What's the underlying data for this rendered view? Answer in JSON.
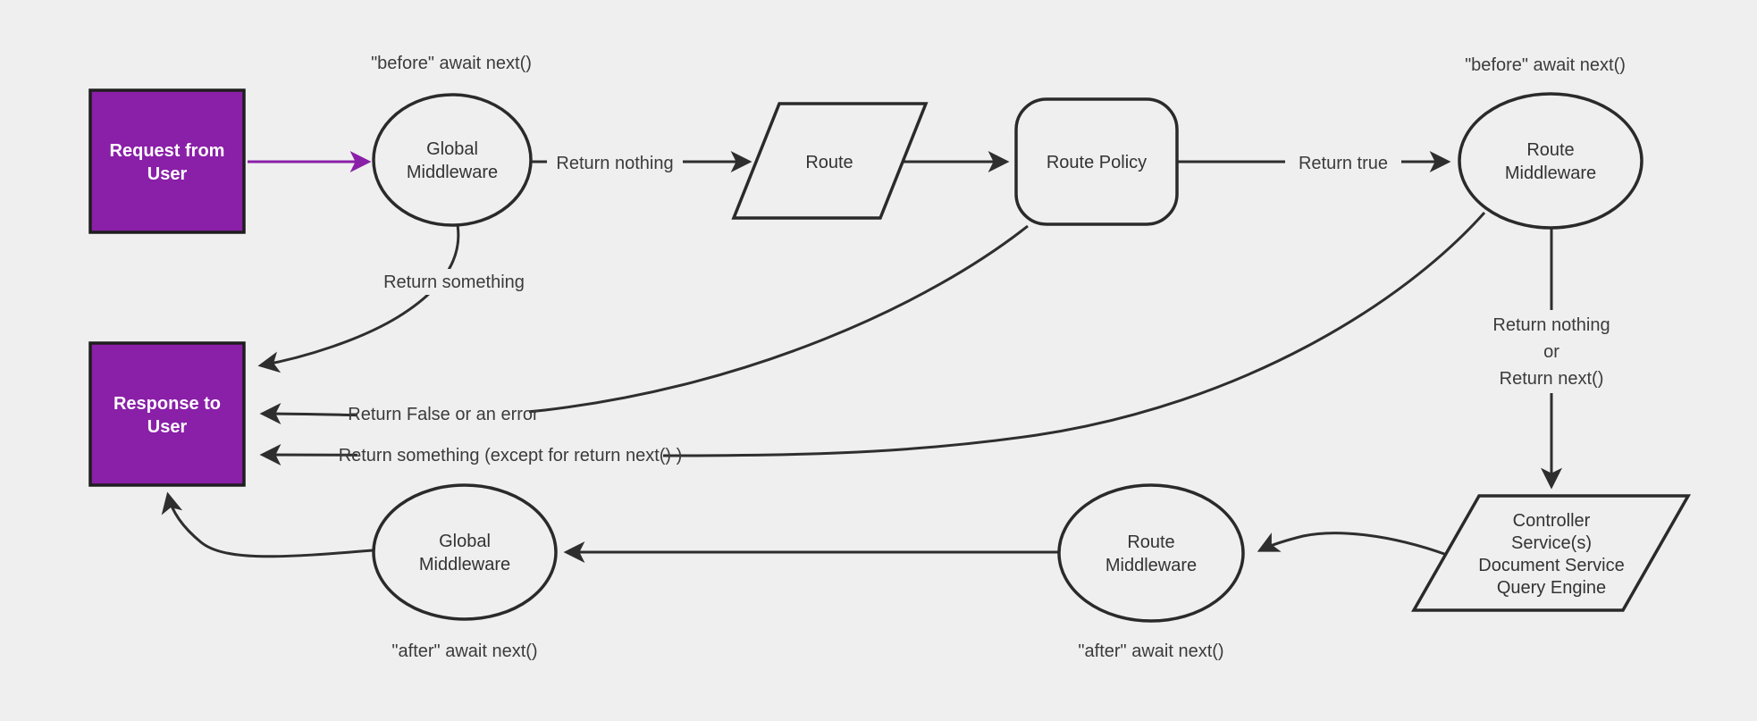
{
  "diagram": {
    "title_semantic": "middleware-request-response-flowchart",
    "colors": {
      "background": "#efefef",
      "accent_purple": "#8a1fa8",
      "stroke_dark": "#2e2e2e",
      "text_dark": "#333333",
      "text_white": "#ffffff"
    },
    "nodes": {
      "request_box": {
        "lines": [
          "Request from",
          "User"
        ]
      },
      "global_middleware_top": {
        "lines": [
          "Global",
          "Middleware"
        ]
      },
      "route": {
        "label": "Route"
      },
      "route_policy": {
        "label": "Route Policy"
      },
      "route_middleware_top": {
        "lines": [
          "Route",
          "Middleware"
        ]
      },
      "controller": {
        "lines": [
          "Controller",
          "Service(s)",
          "Document Service",
          "Query Engine"
        ]
      },
      "route_middleware_bottom": {
        "lines": [
          "Route",
          "Middleware"
        ]
      },
      "global_middleware_bottom": {
        "lines": [
          "Global",
          "Middleware"
        ]
      },
      "response_box": {
        "lines": [
          "Response to",
          "User"
        ]
      }
    },
    "edge_labels": {
      "before_await_left": "\"before\" await next()",
      "before_await_right": "\"before\" await next()",
      "return_nothing": "Return nothing",
      "return_true": "Return true",
      "return_something": "Return something",
      "return_false_or_error": "Return False or an error",
      "return_something_except": "Return something (except for return next() )",
      "return_nothing_or": {
        "lines": [
          "Return nothing",
          "or",
          "Return next()"
        ]
      },
      "after_await_left": "\"after\" await next()",
      "after_await_right": "\"after\" await next()"
    }
  }
}
